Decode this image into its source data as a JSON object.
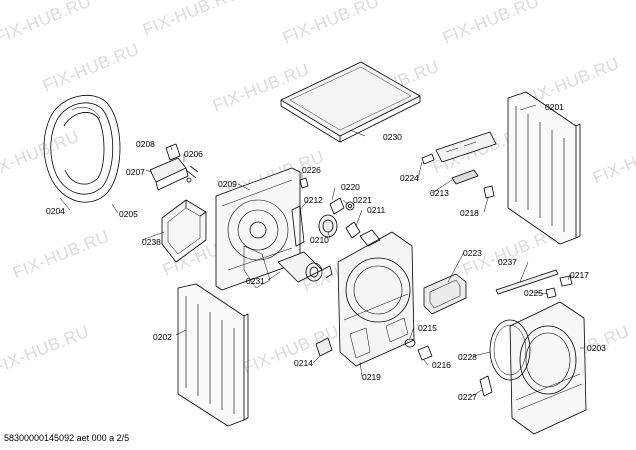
{
  "watermark": "FIX-HUB.RU",
  "footer": "58300000145092 aet 000 a 2/5",
  "parts": [
    "0201",
    "0202",
    "0203",
    "0204",
    "0205",
    "0206",
    "0207",
    "0208",
    "0209",
    "0210",
    "0211",
    "0212",
    "0213",
    "0214",
    "0215",
    "0216",
    "0217",
    "0218",
    "0219",
    "0220",
    "0221",
    "0223",
    "0224",
    "0225",
    "0226",
    "0227",
    "0228",
    "0230",
    "0231",
    "0237",
    "0238"
  ]
}
